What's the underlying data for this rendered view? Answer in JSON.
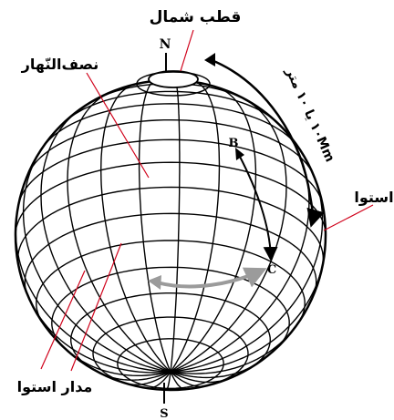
{
  "labels": {
    "north_pole": "قطب شمال",
    "meridian": "نصف‌النّهار",
    "equator": "استوا",
    "equator_circle": "مدار استوا",
    "distance": "۱۰Mm یا ۱۰ متر",
    "north": "N",
    "south": "S",
    "point_b": "B",
    "point_c": "C"
  },
  "colors": {
    "grid": "#000000",
    "pointer_lines": "#d0021b",
    "arc_arrow": "#9b9b9b"
  }
}
